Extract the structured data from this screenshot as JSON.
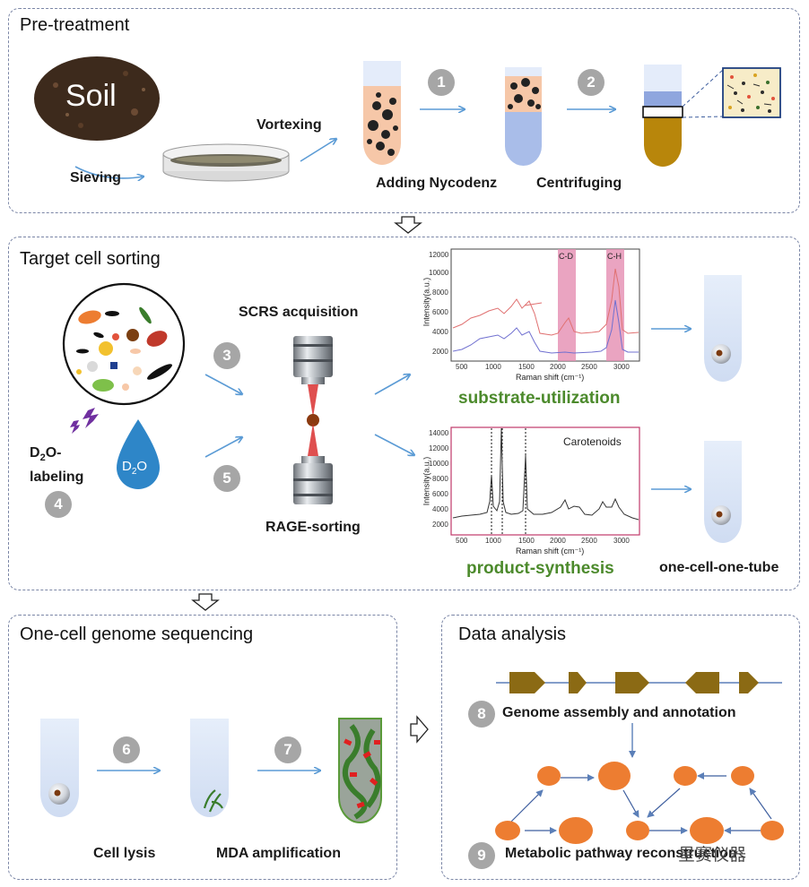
{
  "panels": {
    "pretreatment": "Pre-treatment",
    "sorting": "Target cell sorting",
    "sequencing": "One-cell genome sequencing",
    "analysis": "Data analysis"
  },
  "labels": {
    "soil": "Soil",
    "sieving": "Sieving",
    "vortexing": "Vortexing",
    "adding": "Adding Nycodenz",
    "centrifuging": "Centrifuging",
    "scrs": "SCRS acquisition",
    "rage": "RAGE-sorting",
    "substrate": "substrate-utilization",
    "product": "product-synthesis",
    "onecell": "one-cell-one-tube",
    "d2o_label_1": "D",
    "d2o_label_sub": "2",
    "d2o_label_2": "O-",
    "labeling": "labeling",
    "drop_d": "D",
    "drop_sub": "2",
    "drop_o": "O",
    "lysis": "Cell lysis",
    "mda": "MDA amplification",
    "genome": "Genome assembly and annotation",
    "metabolic": "Metabolic pathway reconstruction",
    "watermark": "星赛仪器"
  },
  "steps": [
    "1",
    "2",
    "3",
    "4",
    "5",
    "6",
    "7",
    "8",
    "9"
  ],
  "spectrum_top": {
    "ylabel": "Intensity(a.u.)",
    "xlabel": "Raman shift (cm⁻¹)",
    "yticks": [
      "12000",
      "10000",
      "8000",
      "6000",
      "4000",
      "2000"
    ],
    "xticks": [
      "500",
      "1000",
      "1500",
      "2000",
      "2500",
      "3000"
    ],
    "bands": [
      "C-D",
      "C-H"
    ]
  },
  "spectrum_bottom": {
    "ylabel": "Intensity(a.u.)",
    "xlabel": "Raman shift (cm⁻¹)",
    "yticks": [
      "14000",
      "12000",
      "10000",
      "8000",
      "6000",
      "4000",
      "2000"
    ],
    "xticks": [
      "500",
      "1000",
      "1500",
      "2000",
      "2500",
      "3000"
    ],
    "annotation": "Carotenoids"
  },
  "colors": {
    "arrow": "#5b9bd5",
    "panel_border": "#7b86a6",
    "green_label": "#4c8a2c",
    "band_pink": "#e07aa6",
    "node_orange": "#ed7d31",
    "gene_brown": "#8b6a14",
    "tube_pink": "#f6c7a8",
    "tube_blue": "#9eb4e8",
    "tube_gold": "#b8860b"
  }
}
